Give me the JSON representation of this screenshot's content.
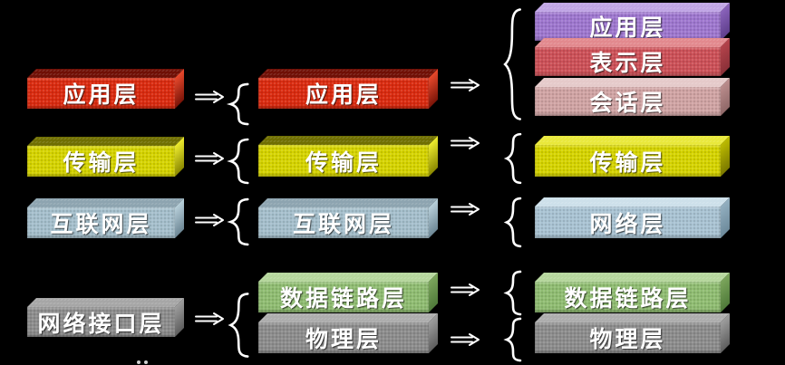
{
  "background": "#000000",
  "symbols": {
    "arrow": "⇒",
    "brace": "{"
  },
  "columns": {
    "tcp4": {
      "boxes": [
        {
          "label": "应用层",
          "colors": {
            "front": "#db2b10",
            "top": "#6f0f05",
            "side_from": "#e8492c",
            "side_to": "#7a1408"
          }
        },
        {
          "label": "传输层",
          "colors": {
            "front": "#d6d400",
            "top": "#6f6e00",
            "side_from": "#eeec2e",
            "side_to": "#8a8800"
          }
        },
        {
          "label": "互联网层",
          "colors": {
            "front": "#a5bfcc",
            "top": "#8da4b0",
            "side_from": "#b9d0da",
            "side_to": "#6d8795"
          }
        },
        {
          "label": "网络接口层",
          "colors": {
            "front": "#8d8d8d",
            "top": "#a6a6a6",
            "side_from": "#9e9e9e",
            "side_to": "#5e5e5e"
          }
        }
      ]
    },
    "tcp5": {
      "boxes": [
        {
          "label": "应用层",
          "colors": {
            "front": "#db2b10",
            "top": "#6f0f05",
            "side_from": "#e8492c",
            "side_to": "#7a1408"
          }
        },
        {
          "label": "传输层",
          "colors": {
            "front": "#d6d400",
            "top": "#6f6e00",
            "side_from": "#eeec2e",
            "side_to": "#8a8800"
          }
        },
        {
          "label": "互联网层",
          "colors": {
            "front": "#a5bfcc",
            "top": "#8da4b0",
            "side_from": "#b9d0da",
            "side_to": "#6d8795"
          }
        },
        {
          "label": "数据链路层",
          "colors": {
            "front": "#90bd72",
            "top": "#b5d69c",
            "side_from": "#7ba55c",
            "side_to": "#4f7a3a"
          }
        },
        {
          "label": "物理层",
          "colors": {
            "front": "#8d8d8d",
            "top": "#adadad",
            "side_from": "#9e9e9e",
            "side_to": "#5e5e5e"
          }
        }
      ]
    },
    "osi7": {
      "boxes": [
        {
          "label": "应用层",
          "colors": {
            "front": "#9e77cf",
            "top": "#c0a5e5",
            "side_from": "#8a63bb",
            "side_to": "#5f3f8c"
          }
        },
        {
          "label": "表示层",
          "colors": {
            "front": "#cd5158",
            "top": "#e2898e",
            "side_from": "#b4434b",
            "side_to": "#8a3038"
          }
        },
        {
          "label": "会话层",
          "colors": {
            "front": "#d0a4a4",
            "top": "#e5caca",
            "side_from": "#bb8d8d",
            "side_to": "#8f6868"
          }
        },
        {
          "label": "传输层",
          "colors": {
            "front": "#d6d400",
            "top": "#e9e83a",
            "side_from": "#bdbb00",
            "side_to": "#7a7800"
          }
        },
        {
          "label": "网络层",
          "colors": {
            "front": "#a9c3d3",
            "top": "#cde0ea",
            "side_from": "#93afc0",
            "side_to": "#6d8a9b"
          }
        },
        {
          "label": "数据链路层",
          "colors": {
            "front": "#90bd72",
            "top": "#b5d69c",
            "side_from": "#7ba55c",
            "side_to": "#4f7a3a"
          }
        },
        {
          "label": "物理层",
          "colors": {
            "front": "#8d8d8d",
            "top": "#adadad",
            "side_from": "#9e9e9e",
            "side_to": "#5e5e5e"
          }
        }
      ]
    }
  }
}
